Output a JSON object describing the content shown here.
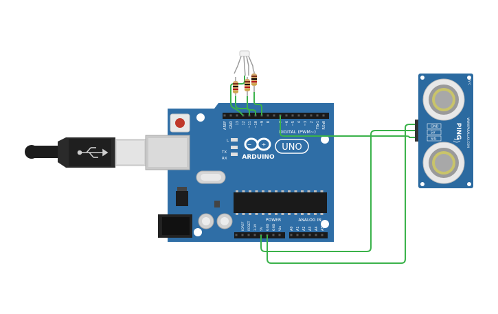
{
  "board": {
    "uno_badge": "UNO",
    "brand": "ARDUINO",
    "digital_header": "DIGITAL (PWM~)",
    "aref": "AREF",
    "gnd": "GND",
    "digital_pins": [
      "13",
      "12",
      "~11",
      "~10",
      "~9",
      "8",
      "7",
      "~6",
      "~5",
      "4",
      "~3",
      "2",
      "TX▸1",
      "RX◂0"
    ],
    "led_l": "L",
    "led_tx": "TX",
    "led_rx": "RX",
    "power_label": "POWER",
    "analog_label": "ANALOG IN",
    "power_pins": [
      "IOREF",
      "RESET",
      "3.3V",
      "5V",
      "GND",
      "GND",
      "Vin"
    ],
    "analog_pins": [
      "A0",
      "A1",
      "A2",
      "A3",
      "A4",
      "A5"
    ]
  },
  "sensor": {
    "brand": "PING",
    "pins": [
      "GND",
      "5V",
      "SIG"
    ],
    "url": "WWW.PARALLAX.COM",
    "rev": "REV C"
  },
  "colors": {
    "board": "#2f6ea6",
    "wire": "#3ab24a",
    "sensor_pcb": "#2b6aa0"
  }
}
